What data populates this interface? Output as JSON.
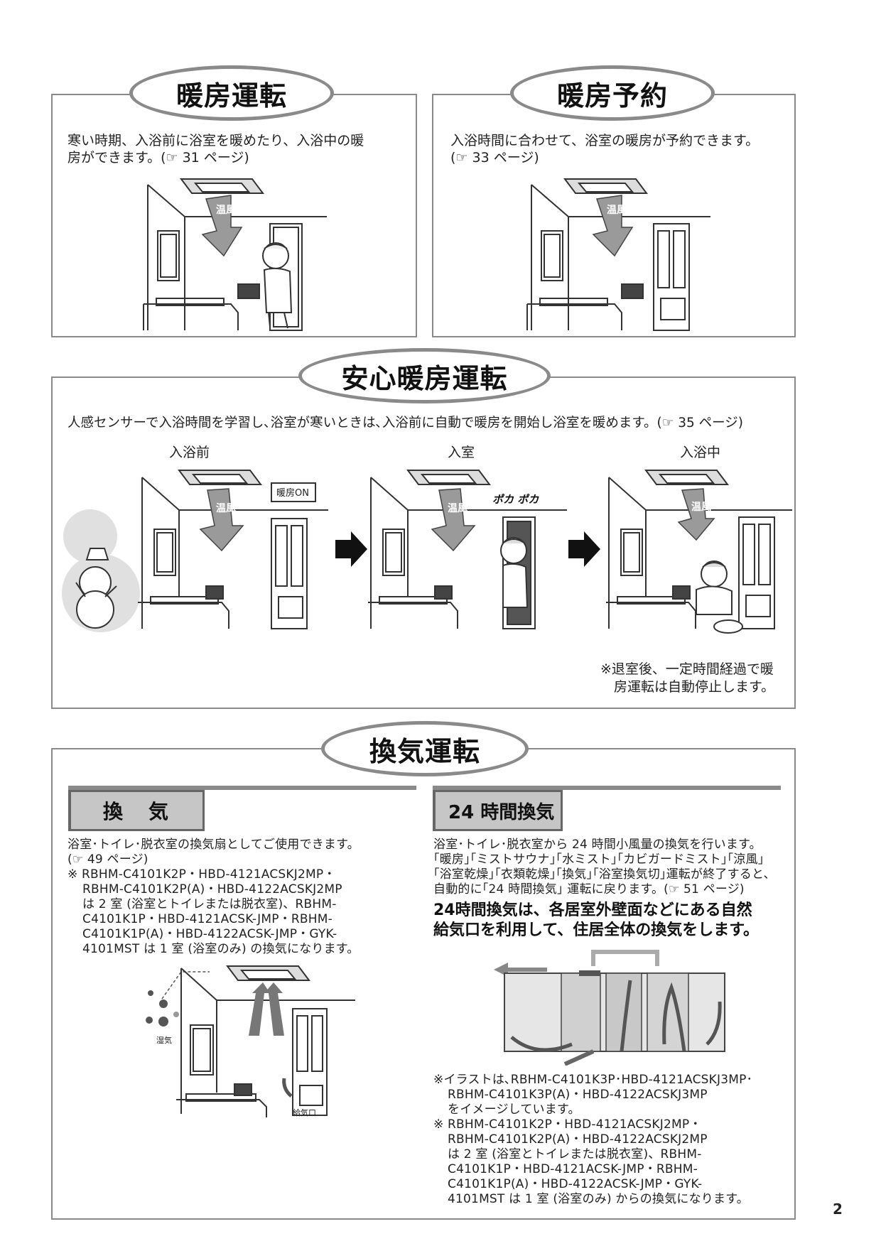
{
  "heating": {
    "title": "暖房運転",
    "desc_line1": "寒い時期、入浴前に浴室を暖めたり、入浴中の暖",
    "desc_line2": "房ができます。(☞ 31 ページ)",
    "arrow_text": "温風"
  },
  "timer": {
    "title": "暖房予約",
    "desc_line1": "入浴時間に合わせて、浴室の暖房が予約できます。",
    "desc_line2": "(☞ 33 ページ)",
    "arrow_text": "温風"
  },
  "safe_heating": {
    "title": "安心暖房運転",
    "desc": "人感センサーで入浴時間を学習し､浴室が寒いときは､入浴前に自動で暖房を開始し浴室を暖めます。(☞ 35 ページ)",
    "stages": [
      "入浴前",
      "入室",
      "入浴中"
    ],
    "badge": "暖房ON",
    "poka": "ポカ ポカ",
    "arrow_text": "温風",
    "note_line1": "※退室後、一定時間経過で暖",
    "note_line2": "房運転は自動停止します。"
  },
  "ventilation": {
    "title": "換気運転",
    "left": {
      "heading": "換　気",
      "line1": "浴室･トイレ･脱衣室の換気扇としてご使用できます。",
      "line2": "(☞ 49 ページ)",
      "line3": "※ RBHM-C4101K2P・HBD-4121ACSKJ2MP・",
      "line4": "RBHM-C4101K2P(A)・HBD-4122ACSKJ2MP",
      "line5": "は 2 室 (浴室とトイレまたは脱衣室)、RBHM-",
      "line6": "C4101K1P・HBD-4121ACSK-JMP・RBHM-",
      "line7": "C4101K1P(A)・HBD-4122ACSK-JMP・GYK-",
      "line8": "4101MST は 1 室 (浴室のみ) の換気になります。",
      "label_humid": "湿気",
      "label_intake": "給気口"
    },
    "right": {
      "heading": "24 時間換気",
      "line1": "浴室･トイレ･脱衣室から 24 時間小風量の換気を行います。",
      "line2": "｢暖房｣｢ミストサウナ｣｢水ミスト｣｢カビガードミスト｣｢涼風｣",
      "line3": "｢浴室乾燥｣｢衣類乾燥｣｢換気｣｢浴室換気切｣運転が終了すると、",
      "line4": "自動的に｢24 時間換気｣ 運転に戻ります。(☞ 51 ページ)",
      "bold1": "24時間換気は、各居室外壁面などにある自然",
      "bold2": "給気口を利用して、住居全体の換気をします。",
      "note1": "※イラストは､RBHM-C4101K3P･HBD-4121ACSKJ3MP･",
      "note2": "RBHM-C4101K3P(A)・HBD-4122ACSKJ3MP",
      "note3": "をイメージしています。",
      "note4": "※ RBHM-C4101K2P・HBD-4121ACSKJ2MP・",
      "note5": "RBHM-C4101K2P(A)・HBD-4122ACSKJ2MP",
      "note6": "は 2 室 (浴室とトイレまたは脱衣室)、RBHM-",
      "note7": "C4101K1P・HBD-4121ACSK-JMP・RBHM-",
      "note8": "C4101K1P(A)・HBD-4122ACSK-JMP・GYK-",
      "note9": "4101MST は 1 室 (浴室のみ) からの換気になります。"
    }
  },
  "page_number": "2"
}
